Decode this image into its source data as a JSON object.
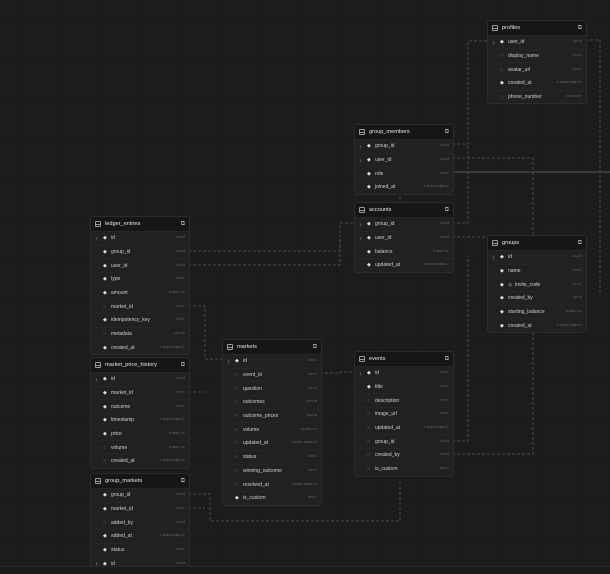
{
  "tables": [
    {
      "name": "profiles",
      "cols": [
        {
          "n": "user_id",
          "t": "uuid",
          "pk": true
        },
        {
          "n": "display_name",
          "t": "text",
          "nullable": true
        },
        {
          "n": "avatar_url",
          "t": "text",
          "nullable": true
        },
        {
          "n": "created_at",
          "t": "timestamptz"
        },
        {
          "n": "phone_number",
          "t": "varchar",
          "nullable": true
        }
      ]
    },
    {
      "name": "group_members",
      "cols": [
        {
          "n": "group_id",
          "t": "uuid",
          "pk": true
        },
        {
          "n": "user_id",
          "t": "uuid",
          "pk": true
        },
        {
          "n": "role",
          "t": "text"
        },
        {
          "n": "joined_at",
          "t": "timestamptz"
        }
      ]
    },
    {
      "name": "accounts",
      "cols": [
        {
          "n": "group_id",
          "t": "uuid",
          "pk": true
        },
        {
          "n": "user_id",
          "t": "uuid",
          "pk": true
        },
        {
          "n": "balance",
          "t": "numeric"
        },
        {
          "n": "updated_at",
          "t": "timestamptz"
        }
      ]
    },
    {
      "name": "ledger_entries",
      "cols": [
        {
          "n": "id",
          "t": "uuid",
          "pk": true
        },
        {
          "n": "group_id",
          "t": "uuid"
        },
        {
          "n": "user_id",
          "t": "uuid"
        },
        {
          "n": "type",
          "t": "text"
        },
        {
          "n": "amount",
          "t": "numeric"
        },
        {
          "n": "market_id",
          "t": "text",
          "nullable": true
        },
        {
          "n": "idempotency_key",
          "t": "text"
        },
        {
          "n": "metadata",
          "t": "jsonb",
          "nullable": true
        },
        {
          "n": "created_at",
          "t": "timestamptz"
        }
      ]
    },
    {
      "name": "market_price_history",
      "cols": [
        {
          "n": "id",
          "t": "uuid",
          "pk": true
        },
        {
          "n": "market_id",
          "t": "text"
        },
        {
          "n": "outcome",
          "t": "text"
        },
        {
          "n": "timestamp",
          "t": "timestamptz"
        },
        {
          "n": "price",
          "t": "numeric"
        },
        {
          "n": "volume",
          "t": "numeric",
          "nullable": true
        },
        {
          "n": "created_at",
          "t": "timestamptz",
          "nullable": true
        }
      ]
    },
    {
      "name": "group_markets",
      "cols": [
        {
          "n": "group_id",
          "t": "uuid"
        },
        {
          "n": "market_id",
          "t": "text"
        },
        {
          "n": "added_by",
          "t": "uuid",
          "nullable": true
        },
        {
          "n": "added_at",
          "t": "timestamptz"
        },
        {
          "n": "status",
          "t": "text"
        },
        {
          "n": "id",
          "t": "uuid",
          "pk": true
        }
      ]
    },
    {
      "name": "markets",
      "cols": [
        {
          "n": "id",
          "t": "text",
          "pk": true
        },
        {
          "n": "event_id",
          "t": "text",
          "nullable": true
        },
        {
          "n": "question",
          "t": "text",
          "nullable": true
        },
        {
          "n": "outcomes",
          "t": "jsonb",
          "nullable": true
        },
        {
          "n": "outcome_prices",
          "t": "jsonb",
          "nullable": true
        },
        {
          "n": "volume",
          "t": "numeric",
          "nullable": true
        },
        {
          "n": "updated_at",
          "t": "timestamptz",
          "nullable": true
        },
        {
          "n": "status",
          "t": "text",
          "nullable": true
        },
        {
          "n": "winning_outcome",
          "t": "text",
          "nullable": true
        },
        {
          "n": "resolved_at",
          "t": "timestamptz",
          "nullable": true
        },
        {
          "n": "is_custom",
          "t": "bool"
        }
      ]
    },
    {
      "name": "events",
      "cols": [
        {
          "n": "id",
          "t": "text",
          "pk": true
        },
        {
          "n": "title",
          "t": "text"
        },
        {
          "n": "description",
          "t": "text",
          "nullable": true
        },
        {
          "n": "image_url",
          "t": "text",
          "nullable": true
        },
        {
          "n": "updated_at",
          "t": "timestamptz",
          "nullable": true
        },
        {
          "n": "group_id",
          "t": "uuid",
          "nullable": true
        },
        {
          "n": "created_by",
          "t": "uuid",
          "nullable": true
        },
        {
          "n": "is_custom",
          "t": "bool",
          "nullable": true
        }
      ]
    },
    {
      "name": "groups",
      "cols": [
        {
          "n": "id",
          "t": "uuid",
          "pk": true
        },
        {
          "n": "name",
          "t": "text"
        },
        {
          "n": "invite_code",
          "t": "text",
          "unique": true
        },
        {
          "n": "created_by",
          "t": "uuid"
        },
        {
          "n": "starting_balance",
          "t": "numeric"
        },
        {
          "n": "created_at",
          "t": "timestamptz"
        }
      ]
    }
  ],
  "icons": {
    "table": "table-icon",
    "open": "external-link-icon",
    "primary": "key-icon",
    "not_null": "filled-diamond-icon",
    "nullable": "hollow-circle-icon",
    "unique": "fingerprint-icon"
  }
}
